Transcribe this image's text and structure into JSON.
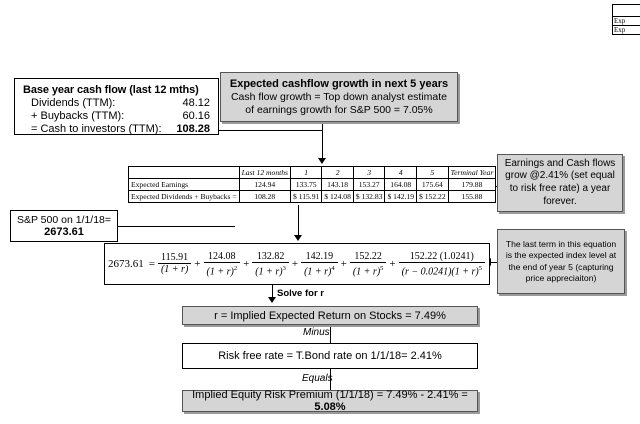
{
  "base_box": {
    "title": "Base year cash flow  (last 12 mths)",
    "rows": [
      {
        "label": "Dividends (TTM):",
        "value": "48.12",
        "bold": false
      },
      {
        "label": "+ Buybacks (TTM):",
        "value": "60.16",
        "bold": false
      },
      {
        "label": "= Cash to investors (TTM):",
        "value": "108.28",
        "bold": true
      }
    ]
  },
  "growth_box": {
    "heading": "Expected cashflow growth in next 5 years",
    "body": "Cash flow growth = Top down analyst estimate of earnings growth for S&P 500 = 7.05%"
  },
  "table": {
    "headers": [
      "",
      "Last 12 months",
      "1",
      "2",
      "3",
      "4",
      "5",
      "Terminal Year"
    ],
    "rows": [
      {
        "label": "Expected Earnings",
        "cells": [
          "124.94",
          "133.75",
          "143.18",
          "153.27",
          "164.08",
          "175.64",
          "179.88"
        ]
      },
      {
        "label": "Expected Dividends + Buybacks =",
        "cells": [
          "108.28",
          "$ 115.91",
          "$ 124.08",
          "$ 132.83",
          "$ 142.19",
          "$ 152.22",
          "155.88"
        ]
      }
    ]
  },
  "callout_growth": {
    "text": "Earnings and Cash flows grow @2.41% (set equal to risk free rate) a year forever."
  },
  "callout_terminal": {
    "text": "The last term in this equation is the expected index level at the end of year 5 (capturing price appreciaiton)"
  },
  "sp_box": {
    "line1": "S&P 500 on 1/1/18=",
    "line2": "2673.61"
  },
  "equation": {
    "lhs": "2673.61",
    "equals": "=",
    "terms": [
      {
        "numerator": "115.91",
        "denominator": "(1 + r)",
        "exponent": ""
      },
      {
        "numerator": "124.08",
        "denominator": "(1 + r)",
        "exponent": "2"
      },
      {
        "numerator": "132.82",
        "denominator": "(1 + r)",
        "exponent": "3"
      },
      {
        "numerator": "142.19",
        "denominator": "(1 + r)",
        "exponent": "4"
      },
      {
        "numerator": "152.22",
        "denominator": "(1 + r)",
        "exponent": "5"
      },
      {
        "numerator": "152.22 (1.0241)",
        "denominator": "(r − 0.0241)(1 + r)",
        "exponent": "5"
      }
    ],
    "plus": "+"
  },
  "flow": {
    "solve_label": "Solve for r",
    "minus_label": "Minus",
    "equals_label": "Equals",
    "r_result": "r = Implied Expected Return on Stocks = 7.49%",
    "risk_free": "Risk free rate = T.Bond rate on 1/1/18= 2.41%",
    "erp_prefix": "Implied Equity Risk Premium (1/1/18) = 7.49% - 2.41% = ",
    "erp_value": "5.08%"
  },
  "fragment": {
    "rows": [
      "",
      "Exp",
      "Exp"
    ]
  },
  "colors": {
    "shaded_fill": "#d5d5d5",
    "shaded_border": "#555555",
    "line": "#000000",
    "background": "#ffffff"
  }
}
